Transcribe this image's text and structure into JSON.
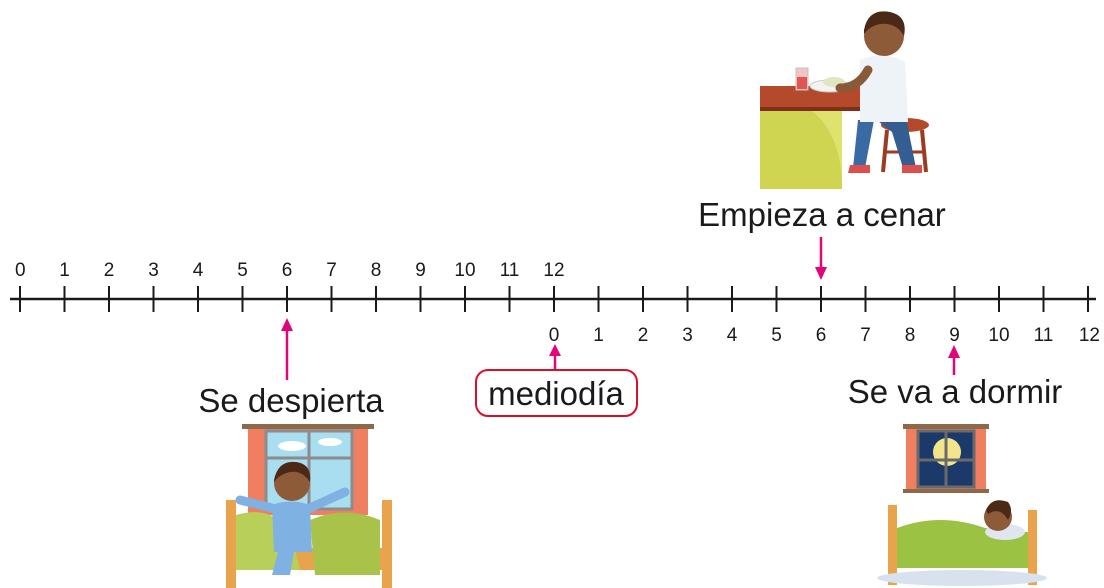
{
  "top_ticks": [
    "0",
    "1",
    "2",
    "3",
    "4",
    "5",
    "6",
    "7",
    "8",
    "9",
    "10",
    "11",
    "12"
  ],
  "bottom_ticks": [
    "0",
    "1",
    "2",
    "3",
    "4",
    "5",
    "6",
    "7",
    "8",
    "9",
    "10",
    "11",
    "12"
  ],
  "events": {
    "wake": {
      "label": "Se despierta",
      "hour": 6,
      "period": "morning"
    },
    "noon": {
      "label": "mediodía",
      "hour": 0,
      "period": "afternoon"
    },
    "dinner": {
      "label": "Empieza a cenar",
      "hour": 6,
      "period": "afternoon"
    },
    "sleep": {
      "label": "Se va a dormir",
      "hour": 9,
      "period": "afternoon"
    }
  },
  "colors": {
    "arrow": "#e0067a",
    "line": "#1a1a1a",
    "noon_box": "#d8102a"
  },
  "icons": {
    "wake": "boy-waking-in-bed-icon",
    "dinner": "boy-at-dinner-table-icon",
    "sleep": "boy-sleeping-in-bed-icon"
  }
}
